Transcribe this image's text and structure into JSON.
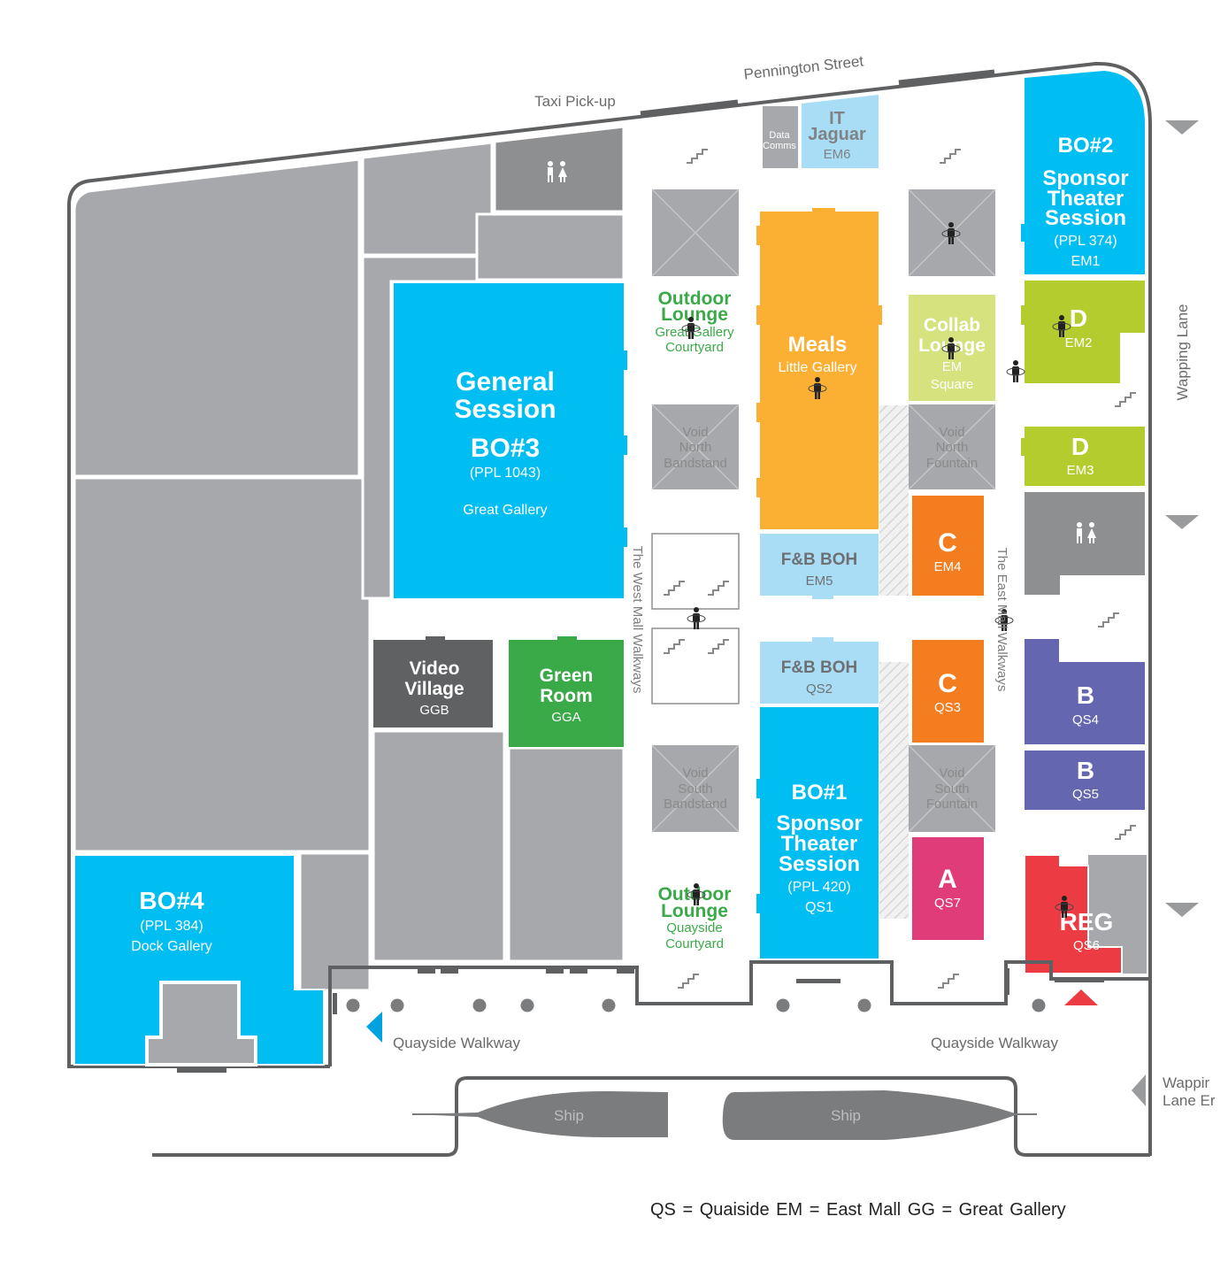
{
  "streets": {
    "pennington": "Pennington Street",
    "taxi": "Taxi Pick-up",
    "wapping_lane": "Wapping Lane",
    "wapping_lane_entry_line1": "Wappir",
    "wapping_lane_entry_line2": "Lane Er",
    "quayside_left": "Quayside Walkway",
    "quayside_right": "Quayside Walkway",
    "west_mall": "The West Mall Walkways",
    "east_mall": "The East Mall Walkways"
  },
  "rooms": {
    "general_session": {
      "line1": "General",
      "line2": "Session",
      "code": "BO#3",
      "ppl": "(PPL 1043)",
      "venue": "Great Gallery"
    },
    "bo2": {
      "code": "BO#2",
      "line1": "Sponsor",
      "line2": "Theater",
      "line3": "Session",
      "ppl": "(PPL 374)",
      "venue": "EM1"
    },
    "bo1": {
      "code": "BO#1",
      "line1": "Sponsor",
      "line2": "Theater",
      "line3": "Session",
      "ppl": "(PPL 420)",
      "venue": "QS1"
    },
    "bo4": {
      "code": "BO#4",
      "ppl": "(PPL 384)",
      "venue": "Dock Gallery"
    },
    "meals": {
      "name": "Meals",
      "venue": "Little Gallery"
    },
    "it_jaguar": {
      "line1": "IT",
      "line2": "Jaguar",
      "venue": "EM6"
    },
    "data_comms": {
      "line1": "Data",
      "line2": "Comms"
    },
    "collab_lounge": {
      "line1": "Collab",
      "line2": "Lounge",
      "venue1": "EM",
      "venue2": "Square"
    },
    "fb_boh_em5": {
      "name": "F&B BOH",
      "venue": "EM5"
    },
    "fb_boh_qs2": {
      "name": "F&B BOH",
      "venue": "QS2"
    },
    "video_village": {
      "line1": "Video",
      "line2": "Village",
      "venue": "GGB"
    },
    "green_room": {
      "line1": "Green",
      "line2": "Room",
      "venue": "GGA"
    },
    "d_em2": {
      "letter": "D",
      "venue": "EM2"
    },
    "d_em3": {
      "letter": "D",
      "venue": "EM3"
    },
    "c_em4": {
      "letter": "C",
      "venue": "EM4"
    },
    "c_qs3": {
      "letter": "C",
      "venue": "QS3"
    },
    "b_qs4": {
      "letter": "B",
      "venue": "QS4"
    },
    "b_qs5": {
      "letter": "B",
      "venue": "QS5"
    },
    "a_qs7": {
      "letter": "A",
      "venue": "QS7"
    },
    "reg": {
      "name": "REG",
      "venue": "QS6"
    }
  },
  "outdoor": {
    "north": {
      "line1": "Outdoor",
      "line2": "Lounge",
      "line3": "Great Gallery",
      "line4": "Courtyard"
    },
    "south": {
      "line1": "Outdoor",
      "line2": "Lounge",
      "line3": "Quayside",
      "line4": "Courtyard"
    }
  },
  "voids": {
    "north_bandstand": [
      "Void",
      "North",
      "Bandstand"
    ],
    "north_fountain": [
      "Void",
      "North",
      "Fountain"
    ],
    "south_bandstand": [
      "Void",
      "South",
      "Bandstand"
    ],
    "south_fountain": [
      "Void",
      "South",
      "Fountain"
    ]
  },
  "ships": {
    "left": "Ship",
    "right": "Ship"
  },
  "legend": "QS = Quaiside   EM = East Mall   GG = Great Gallery",
  "colors": {
    "cyan": "#00bdf2",
    "light_blue": "#a9ddf5",
    "orange": "#fbb034",
    "dark_orange": "#f47d20",
    "lime": "#b5cc2e",
    "light_lime": "#d5e27d",
    "green": "#3aaa48",
    "purple": "#6467b0",
    "pink": "#e03c7a",
    "red": "#ec3b43",
    "grey": "#a6a8ab",
    "dark_grey": "#8e8f91",
    "charcoal": "#606163"
  },
  "icons": [
    "restroom-icon",
    "person-icon",
    "stairs-icon",
    "arrow-icon",
    "bollard-icon",
    "ship-icon"
  ]
}
